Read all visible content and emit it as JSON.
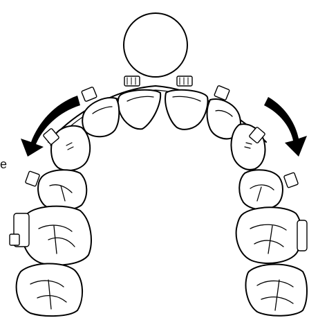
{
  "figure": {
    "side_label": "e",
    "stroke_color": "#000000",
    "background": "#ffffff",
    "arrow_left_direction": "counter-clockwise",
    "arrow_right_direction": "clockwise"
  }
}
